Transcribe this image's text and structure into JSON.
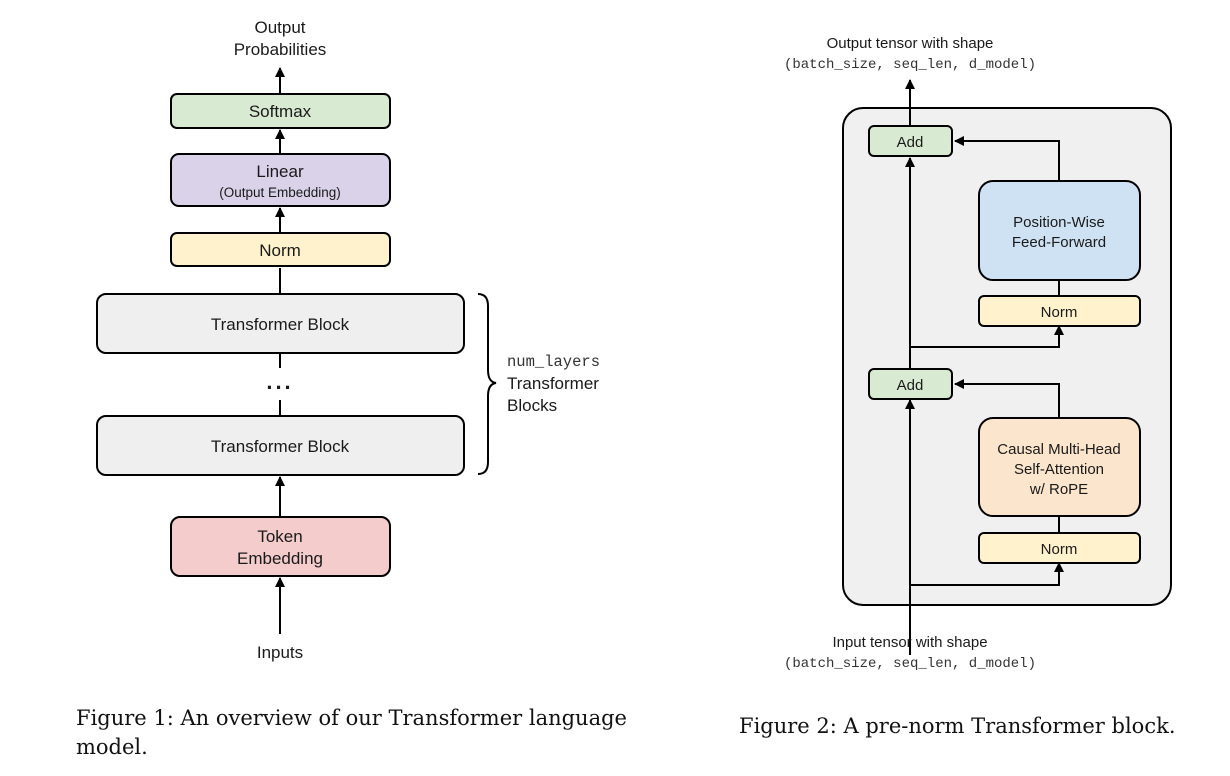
{
  "figure1": {
    "output_label_line1": "Output",
    "output_label_line2": "Probabilities",
    "softmax": "Softmax",
    "linear_line1": "Linear",
    "linear_line2": "(Output Embedding)",
    "norm": "Norm",
    "transformer_block_top": "Transformer Block",
    "ellipsis": "...",
    "transformer_block_bottom": "Transformer Block",
    "brace_label_line1": "num_layers",
    "brace_label_line2": "Transformer",
    "brace_label_line3": "Blocks",
    "token_embedding_line1": "Token",
    "token_embedding_line2": "Embedding",
    "inputs_label": "Inputs",
    "caption": "Figure 1: An overview of our Transformer language model."
  },
  "figure2": {
    "output_label_line1": "Output tensor with shape",
    "output_label_line2": "(batch_size, seq_len, d_model)",
    "add_top": "Add",
    "ffn_line1": "Position-Wise",
    "ffn_line2": "Feed-Forward",
    "norm_top": "Norm",
    "add_bottom": "Add",
    "attn_line1": "Causal Multi-Head",
    "attn_line2": "Self-Attention",
    "attn_line3": "w/ RoPE",
    "norm_bottom": "Norm",
    "input_label_line1": "Input tensor with shape",
    "input_label_line2": "(batch_size, seq_len, d_model)",
    "caption": "Figure 2: A pre-norm Transformer block."
  },
  "colors": {
    "softmax": "#d9ead3",
    "linear": "#d9d2e9",
    "norm": "#fff2cc",
    "transformer_block": "#efefef",
    "token_embedding": "#f4cccc",
    "add": "#d9ead3",
    "ffn": "#cfe2f3",
    "attention": "#fce5cd",
    "block_container": "#f0f0f0"
  }
}
